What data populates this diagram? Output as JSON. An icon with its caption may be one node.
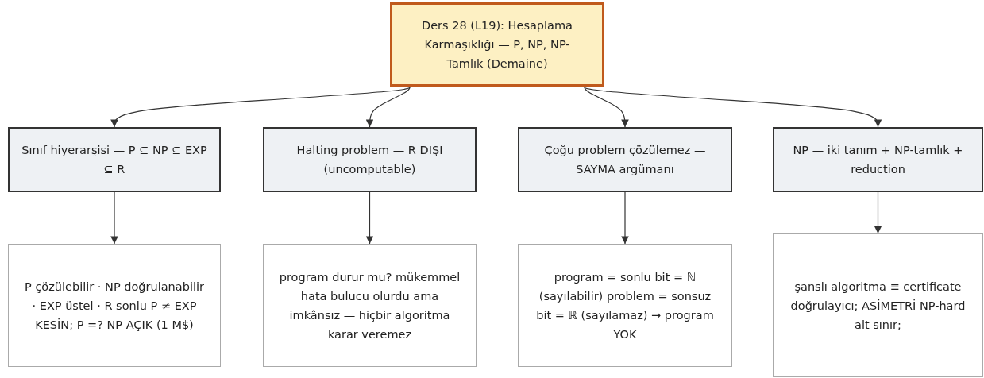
{
  "diagram": {
    "nodes": [
      {
        "text": [
          "Ders 28 (L19): Hesaplama Karmaşıklığı — P, NP, NP-Tamlık (Demaine)"
        ]
      },
      {
        "text": [
          "Sınıf hiyerarşisi — P ⊆ NP ⊆ EXP ⊆ R"
        ]
      },
      {
        "text": [
          "Halting problem — R DIŞI (uncomputable)"
        ]
      },
      {
        "text": [
          "Çoğu problem çözülemez — SAYMA argümanı"
        ]
      },
      {
        "text": [
          "NP — iki tanım + NP-tamlık + reduction"
        ]
      },
      {
        "text": [
          "P çözülebilir · NP doğrulanabilir · EXP üstel · R sonlu P ≠ EXP KESİN; P =? NP AÇIK (1 M$)"
        ]
      },
      {
        "text": [
          "program durur mu? mükemmel hata bulucu olurdu ama imkânsız — hiçbir algoritma karar veremez"
        ]
      },
      {
        "text": [
          "program = sonlu bit = ℕ (sayılabilir) problem = sonsuz bit = ℝ (sayılamaz) → program YOK"
        ]
      },
      {
        "text": [
          "şanslı algoritma ≡ certificate doğrulayıcı; ASİMETRİ NP-hard alt sınır;"
        ]
      }
    ],
    "edges": [
      {
        "from": 0,
        "to": 1,
        "arrow": "to"
      },
      {
        "from": 0,
        "to": 2,
        "arrow": "to"
      },
      {
        "from": 0,
        "to": 3,
        "arrow": "to"
      },
      {
        "from": 0,
        "to": 4,
        "arrow": "to"
      },
      {
        "from": 1,
        "to": 5,
        "arrow": "to"
      },
      {
        "from": 2,
        "to": 6,
        "arrow": "to"
      },
      {
        "from": 3,
        "to": 7,
        "arrow": "to"
      },
      {
        "from": 4,
        "to": 8,
        "arrow": "to"
      }
    ]
  }
}
